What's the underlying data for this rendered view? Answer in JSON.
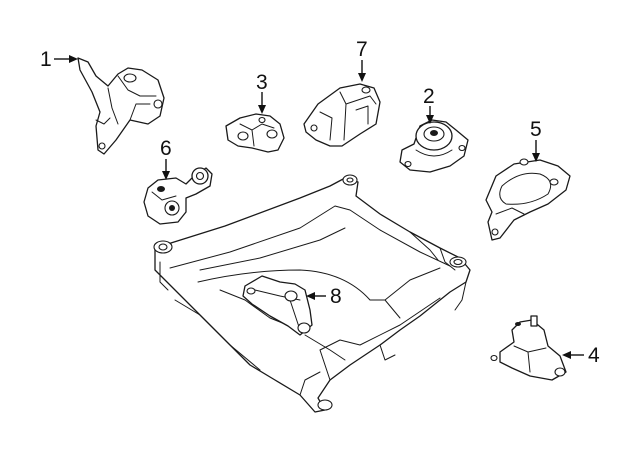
{
  "diagram": {
    "callouts": [
      {
        "id": "1",
        "label": "1"
      },
      {
        "id": "2",
        "label": "2"
      },
      {
        "id": "3",
        "label": "3"
      },
      {
        "id": "4",
        "label": "4"
      },
      {
        "id": "5",
        "label": "5"
      },
      {
        "id": "6",
        "label": "6"
      },
      {
        "id": "7",
        "label": "7"
      },
      {
        "id": "8",
        "label": "8"
      }
    ],
    "parts": [
      {
        "id": "1",
        "icon": "transmission-mount-bracket-icon"
      },
      {
        "id": "2",
        "icon": "round-engine-mount-icon"
      },
      {
        "id": "3",
        "icon": "mount-bracket-icon"
      },
      {
        "id": "4",
        "icon": "engine-mount-icon"
      },
      {
        "id": "5",
        "icon": "mount-plate-bracket-icon"
      },
      {
        "id": "6",
        "icon": "torque-rod-icon"
      },
      {
        "id": "7",
        "icon": "upper-mount-bracket-icon"
      },
      {
        "id": "8",
        "icon": "rear-mount-icon"
      },
      {
        "id": "subframe",
        "icon": "front-subframe-icon"
      }
    ]
  }
}
